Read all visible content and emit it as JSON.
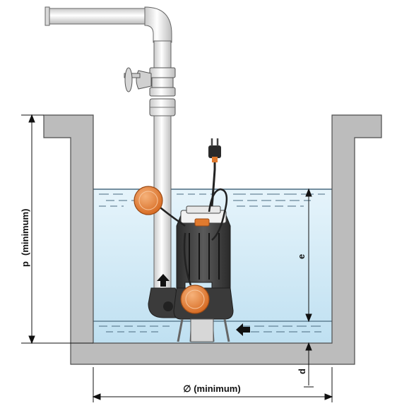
{
  "labels": {
    "p": "p",
    "p_minimum": "(minimum)",
    "e": "e",
    "d": "d",
    "width_minimum": "∅ (minimum)"
  },
  "colors": {
    "wall": "#b9b9b9",
    "wall_stroke": "#555555",
    "water_light": "#dff0fa",
    "water_dark": "#b9dcf0",
    "pump_body": "#3a3a3a",
    "float": "#e07a2e",
    "pipe": "#eeeeee",
    "dimension_line": "#111111"
  },
  "icons": [
    "flow-arrow-up-icon",
    "flow-arrow-left-icon",
    "power-plug-icon",
    "valve-handwheel-icon"
  ]
}
